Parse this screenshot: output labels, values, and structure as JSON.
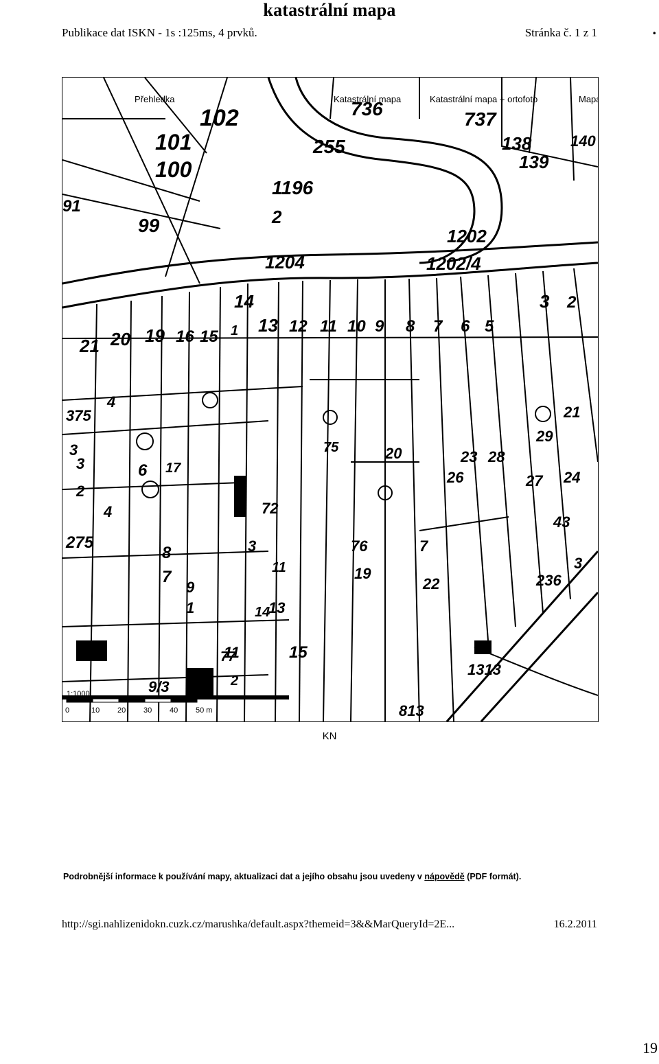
{
  "header": {
    "title": "katastrální mapa",
    "left": "Publikace dat ISKN - 1s :125ms, 4 prvků.",
    "right": "Stránka č. 1 z 1"
  },
  "map": {
    "tabs": [
      "Přehledka",
      "Katastrální mapa",
      "Katastrální mapa + ortofoto",
      "Mapa"
    ],
    "parcel_numbers": [
      "102",
      "101",
      "100",
      "1196",
      "2",
      "255",
      "736",
      "737",
      "138",
      "139",
      "140",
      "99",
      "91",
      "1202",
      "1204",
      "1202/4",
      "14",
      "13",
      "12",
      "11",
      "10",
      "9",
      "8",
      "7",
      "6",
      "5",
      "3",
      "2",
      "21",
      "20",
      "19",
      "16",
      "15",
      "1",
      "17",
      "375",
      "4",
      "3",
      "6",
      "3",
      "2",
      "4",
      "275",
      "8",
      "7",
      "9",
      "3",
      "1",
      "11",
      "14",
      "72",
      "13",
      "15",
      "75",
      "76",
      "19",
      "20",
      "7",
      "22",
      "23",
      "28",
      "29",
      "21",
      "26",
      "27",
      "24",
      "43",
      "3",
      "236",
      "1313",
      "9/3",
      "813",
      "77",
      "2",
      "11"
    ],
    "scale_labels": [
      "0",
      "10",
      "20",
      "30",
      "40",
      "50 m"
    ],
    "scale_ratio": "1:1000"
  },
  "kn_label": "KN",
  "info_note": {
    "text": "Podrobnější informace k používání mapy, aktualizaci dat a jejího obsahu jsou uvedeny v",
    "link": "nápovědě",
    "tail": "(PDF formát)."
  },
  "footer": {
    "url": "http://sgi.nahlizenidokn.cuzk.cz/marushka/default.aspx?themeid=3&&MarQueryId=2E...",
    "date": "16.2.2011"
  },
  "page_number": "19"
}
